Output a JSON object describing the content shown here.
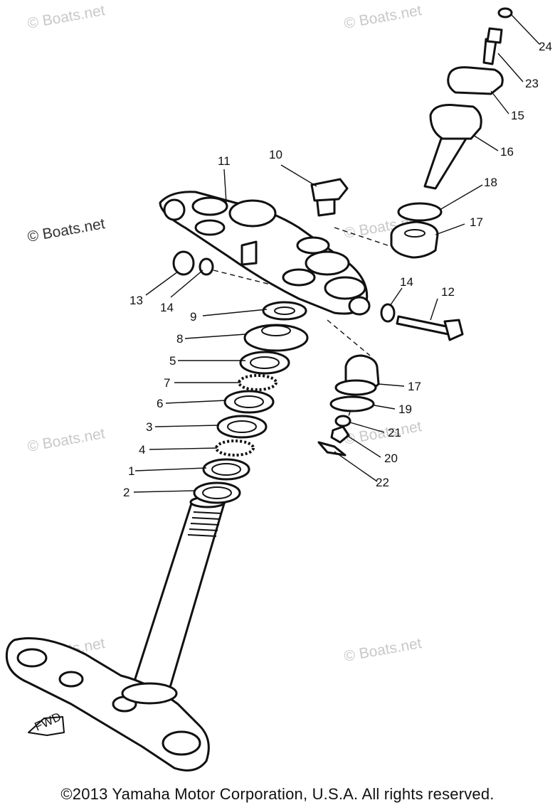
{
  "watermarks": [
    "© Boats.net",
    "© Boats.net",
    "© Boats.net",
    "© Boats.net",
    "© Boats.net",
    "© Boats.net",
    "© Boats.net",
    "© Boats.net"
  ],
  "callouts": {
    "p1": "1",
    "p2": "2",
    "p3": "3",
    "p4": "4",
    "p5": "5",
    "p6": "6",
    "p7": "7",
    "p8": "8",
    "p9": "9",
    "p10": "10",
    "p11": "11",
    "p12": "12",
    "p13": "13",
    "p14a": "14",
    "p14b": "14",
    "p15": "15",
    "p16": "16",
    "p17a": "17",
    "p17b": "17",
    "p18": "18",
    "p19": "19",
    "p20": "20",
    "p21": "21",
    "p22": "22",
    "p23": "23",
    "p24": "24"
  },
  "fwd_label": "FWD",
  "copyright": "©2013 Yamaha Motor Corporation, U.S.A. All rights reserved."
}
